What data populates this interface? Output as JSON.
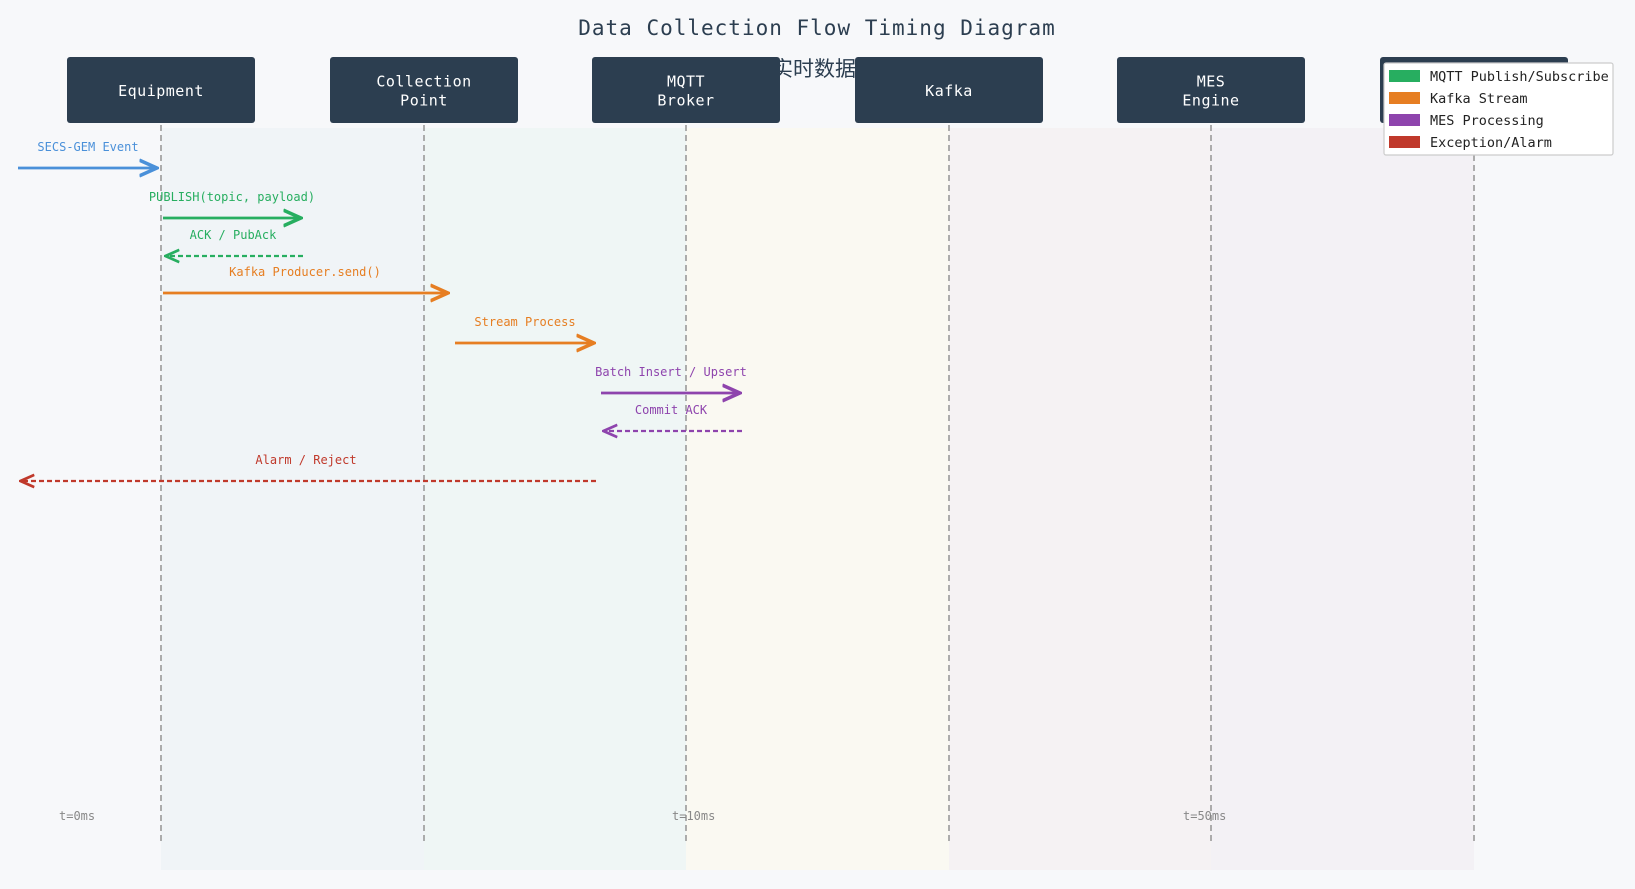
{
  "title": "Data Collection Flow Timing Diagram",
  "subtitle_fragment": "实时数据",
  "participants": [
    {
      "name": "Equipment"
    },
    {
      "name": "Collection\nPoint"
    },
    {
      "name": "MQTT\nBroker"
    },
    {
      "name": "Kafka"
    },
    {
      "name": "MES\nEngine"
    },
    {
      "name": ""
    }
  ],
  "messages": [
    {
      "label": "SECS-GEM Event",
      "color": "#4a90d9",
      "style": "solid"
    },
    {
      "label": "PUBLISH(topic, payload)",
      "color": "#27ae60",
      "style": "solid"
    },
    {
      "label": "ACK / PubAck",
      "color": "#27ae60",
      "style": "dashed"
    },
    {
      "label": "Kafka Producer.send()",
      "color": "#e67e22",
      "style": "solid"
    },
    {
      "label": "Stream Process",
      "color": "#e67e22",
      "style": "solid"
    },
    {
      "label": "Batch Insert / Upsert",
      "color": "#8e44ad",
      "style": "solid"
    },
    {
      "label": "Commit ACK",
      "color": "#8e44ad",
      "style": "dashed"
    },
    {
      "label": "Alarm / Reject",
      "color": "#c0392b",
      "style": "dashed"
    }
  ],
  "timestamps": [
    "t=0ms",
    "t=10ms",
    "t=50ms"
  ],
  "legend": [
    {
      "label": "MQTT Publish/Subscribe",
      "color": "#27ae60"
    },
    {
      "label": "Kafka Stream",
      "color": "#e67e22"
    },
    {
      "label": "MES Processing",
      "color": "#8e44ad"
    },
    {
      "label": "Exception/Alarm",
      "color": "#c0392b"
    }
  ],
  "colors": {
    "header_box": "#2c3e50",
    "lifeline": "#9a9a9a",
    "title": "#2c3e50",
    "timestamp": "#888888"
  }
}
